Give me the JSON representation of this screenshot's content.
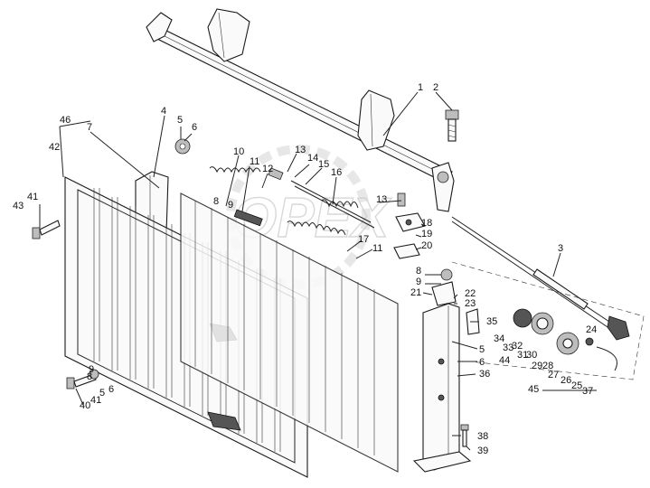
{
  "watermark": "OPEX",
  "callouts": [
    {
      "id": "c1",
      "text": "1"
    },
    {
      "id": "c2",
      "text": "2"
    },
    {
      "id": "c3",
      "text": "3"
    },
    {
      "id": "c4",
      "text": "4"
    },
    {
      "id": "c5a",
      "text": "5"
    },
    {
      "id": "c6a",
      "text": "6"
    },
    {
      "id": "c7",
      "text": "7"
    },
    {
      "id": "c8a",
      "text": "8"
    },
    {
      "id": "c9a",
      "text": "9"
    },
    {
      "id": "c10",
      "text": "10"
    },
    {
      "id": "c11a",
      "text": "11"
    },
    {
      "id": "c12",
      "text": "12"
    },
    {
      "id": "c13a",
      "text": "13"
    },
    {
      "id": "c14",
      "text": "14"
    },
    {
      "id": "c15a",
      "text": "15"
    },
    {
      "id": "c16",
      "text": "16"
    },
    {
      "id": "c13b",
      "text": "13"
    },
    {
      "id": "c18",
      "text": "18"
    },
    {
      "id": "c19",
      "text": "19"
    },
    {
      "id": "c20",
      "text": "20"
    },
    {
      "id": "c17",
      "text": "17"
    },
    {
      "id": "c11b",
      "text": "11"
    },
    {
      "id": "c8b",
      "text": "8"
    },
    {
      "id": "c9b",
      "text": "9"
    },
    {
      "id": "c21",
      "text": "21"
    },
    {
      "id": "c22",
      "text": "22"
    },
    {
      "id": "c23",
      "text": "23"
    },
    {
      "id": "c35",
      "text": "35"
    },
    {
      "id": "c34",
      "text": "34"
    },
    {
      "id": "c33",
      "text": "33"
    },
    {
      "id": "c32",
      "text": "32"
    },
    {
      "id": "c31",
      "text": "31"
    },
    {
      "id": "c30",
      "text": "30"
    },
    {
      "id": "c29",
      "text": "29"
    },
    {
      "id": "c28",
      "text": "28"
    },
    {
      "id": "c27",
      "text": "27"
    },
    {
      "id": "c26",
      "text": "26"
    },
    {
      "id": "c25",
      "text": "25"
    },
    {
      "id": "c24",
      "text": "24"
    },
    {
      "id": "c44",
      "text": "44"
    },
    {
      "id": "c45",
      "text": "45"
    },
    {
      "id": "c37",
      "text": "37"
    },
    {
      "id": "c5b",
      "text": "5"
    },
    {
      "id": "c6b",
      "text": "6"
    },
    {
      "id": "c36",
      "text": "36"
    },
    {
      "id": "c38",
      "text": "38"
    },
    {
      "id": "c39",
      "text": "39"
    },
    {
      "id": "c46",
      "text": "46"
    },
    {
      "id": "c42",
      "text": "42"
    },
    {
      "id": "c41a",
      "text": "41"
    },
    {
      "id": "c43",
      "text": "43"
    },
    {
      "id": "c40",
      "text": "40"
    },
    {
      "id": "c41b",
      "text": "41"
    },
    {
      "id": "c5c",
      "text": "5"
    },
    {
      "id": "c6c",
      "text": "6"
    },
    {
      "id": "c9c",
      "text": "9"
    },
    {
      "id": "c8c",
      "text": "8"
    }
  ]
}
